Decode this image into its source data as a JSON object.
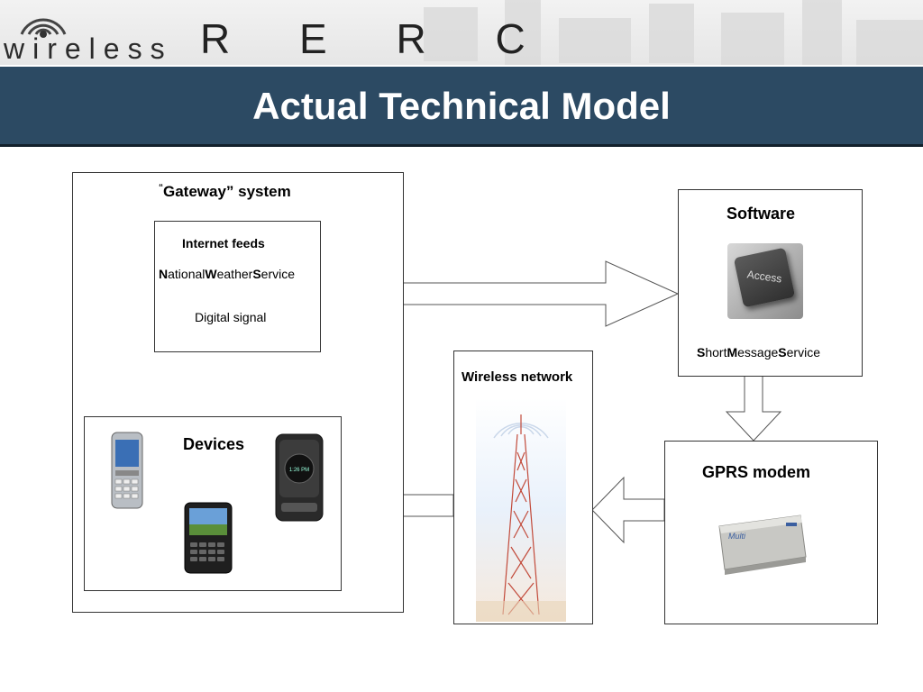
{
  "brand": {
    "wordmark": "wireless",
    "rerc": "R E R C"
  },
  "title": "Actual Technical Model",
  "gateway": {
    "heading_quote_open": "“",
    "heading_rest": "Gateway” system",
    "feeds": {
      "title": "Internet feeds",
      "nws": [
        "N",
        "ational",
        "W",
        "eather",
        "S",
        "ervice"
      ],
      "digital": "Digital signal"
    }
  },
  "devices": {
    "title": "Devices",
    "icons": [
      "smartphone-icon",
      "flip-phone-icon",
      "blackberry-icon"
    ]
  },
  "software": {
    "title": "Software",
    "sms": [
      "S",
      "hort",
      "M",
      "essage",
      "S",
      "ervice"
    ],
    "key_label": "Access",
    "icon": "access-key-icon"
  },
  "wireless": {
    "title": "Wireless network",
    "icon": "radio-tower-icon"
  },
  "gprs": {
    "title": "GPRS modem",
    "icon": "modem-icon",
    "device_label": "Multi"
  },
  "colors": {
    "title_bar": "#2c4a63",
    "arrow_outline": "#555555"
  }
}
